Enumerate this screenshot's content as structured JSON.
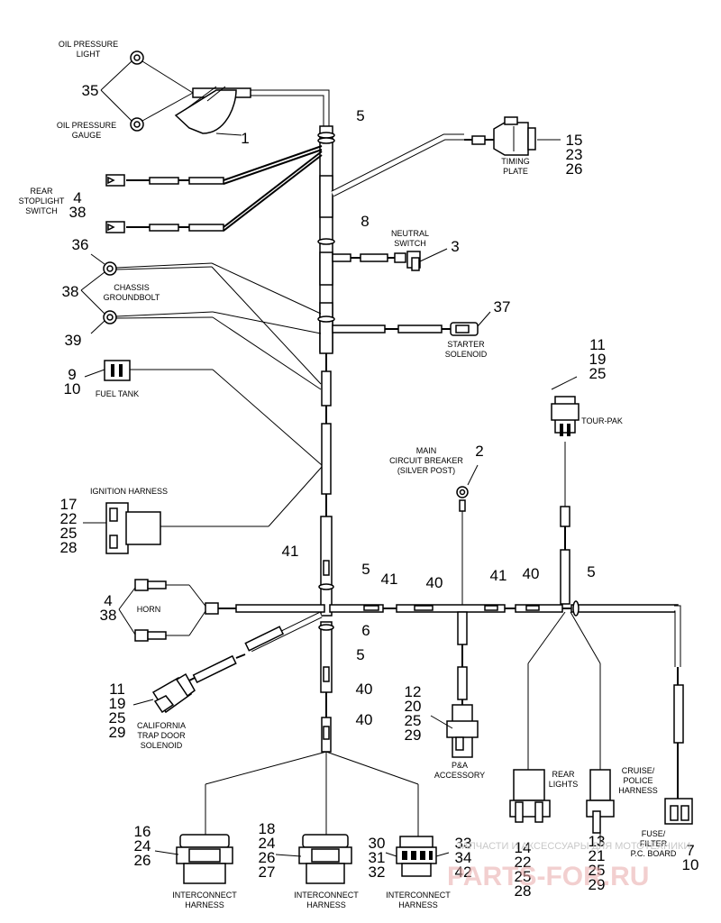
{
  "components": {
    "oil_pressure_light": "OIL PRESSURE\nLIGHT",
    "oil_pressure_gauge": "OIL PRESSURE\nGAUGE",
    "rear_stoplight_switch": "REAR\nSTOPLIGHT\nSWITCH",
    "timing_plate": "TIMING\nPLATE",
    "neutral_switch": "NEUTRAL\nSWITCH",
    "chassis_groundbolt": "CHASSIS\nGROUNDBOLT",
    "starter_solenoid": "STARTER\nSOLENOID",
    "fuel_tank": "FUEL TANK",
    "tour_pak": "TOUR-PAK",
    "ignition_harness": "IGNITION HARNESS",
    "main_circuit_breaker": "MAIN\nCIRCUIT BREAKER\n(SILVER POST)",
    "horn": "HORN",
    "california_solenoid": "CALIFORNIA\nTRAP DOOR\nSOLENOID",
    "pa_accessory": "P&A\nACCESSORY",
    "rear_lights": "REAR\nLIGHTS",
    "cruise_police_harness": "CRUISE/\nPOLICE\nHARNESS",
    "fuse_filter": "FUSE/\nFILTER\nP.C. BOARD",
    "interconnect_1": "INTERCONNECT\nHARNESS",
    "interconnect_2": "INTERCONNECT\nHARNESS",
    "interconnect_3": "INTERCONNECT\nHARNESS"
  },
  "callouts": {
    "c35": "35",
    "c1": "1",
    "c5a": "5",
    "c15": "15\n23\n26",
    "c4a": "4\n38",
    "c8": "8",
    "c3": "3",
    "c36": "36",
    "c38": "38",
    "c39": "39",
    "c37": "37",
    "c9": "9\n10",
    "c11a": "11\n19\n25",
    "c17": "17\n22\n25\n28",
    "c2": "2",
    "c41a": "41",
    "c5b": "5",
    "c41b": "41",
    "c40a": "40",
    "c41c": "41",
    "c40b": "40",
    "c5c": "5",
    "c4b": "4\n38",
    "c6": "6",
    "c5d": "5",
    "c40c": "40",
    "c11b": "11\n19\n25\n29",
    "c12": "12\n20\n25\n29",
    "c40d": "40",
    "c16": "16\n24\n26",
    "c18": "18\n24\n26\n27",
    "c30": "30\n31\n32",
    "c33": "33\n34\n42",
    "c14": "14\n22\n25\n28",
    "c13": "13\n21\n25\n29",
    "c7": "7\n10"
  },
  "watermark": {
    "text": "ЗАПЧАСТИ И АКСЕССУАРЫ ДЛЯ МОТОТЕХНИКИ",
    "logo": "PARTS-FOR.RU"
  }
}
